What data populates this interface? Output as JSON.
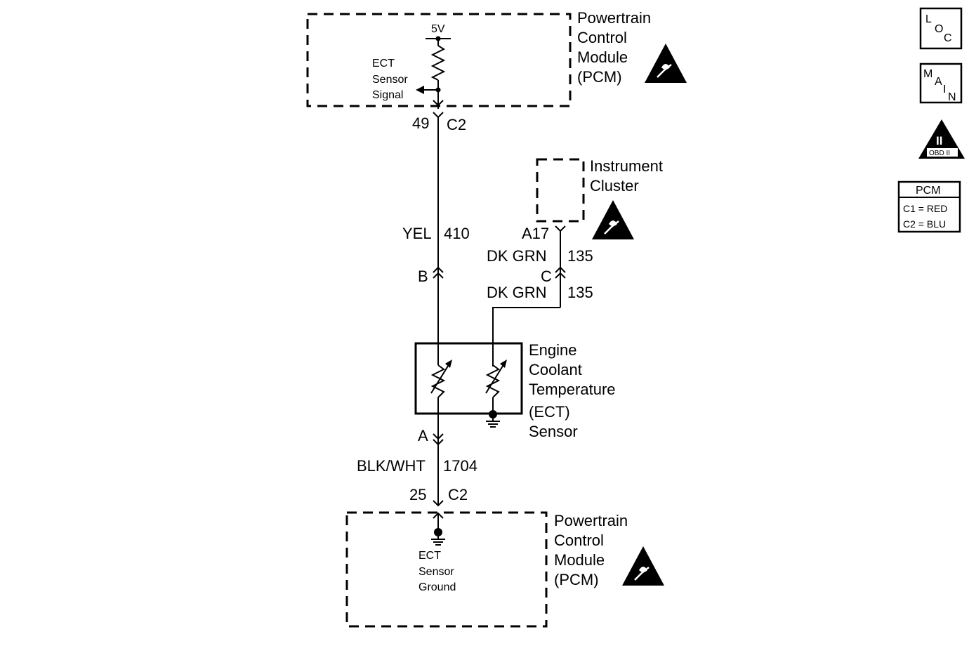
{
  "pcm_top": {
    "title_lines": [
      "Powertrain",
      "Control",
      "Module",
      "(PCM)"
    ],
    "supply": "5V",
    "signal_lines": [
      "ECT",
      "Sensor",
      "Signal"
    ]
  },
  "connector_top": {
    "pin": "49",
    "connector": "C2"
  },
  "wire_yel": {
    "color": "YEL",
    "circuit": "410"
  },
  "instrument_cluster": {
    "title_lines": [
      "Instrument",
      "Cluster"
    ],
    "pin": "A17"
  },
  "wire_dkgrn_upper": {
    "color": "DK GRN",
    "circuit": "135"
  },
  "wire_dkgrn_lower": {
    "color": "DK GRN",
    "circuit": "135"
  },
  "sensor_pins": {
    "b": "B",
    "c": "C",
    "a": "A"
  },
  "ect_sensor": {
    "title_lines": [
      "Engine",
      "Coolant",
      "Temperature",
      "(ECT)",
      "Sensor"
    ]
  },
  "wire_blkwht": {
    "color": "BLK/WHT",
    "circuit": "1704"
  },
  "connector_bottom": {
    "pin": "25",
    "connector": "C2"
  },
  "pcm_bottom": {
    "title_lines": [
      "Powertrain",
      "Control",
      "Module",
      "(PCM)"
    ],
    "ground_lines": [
      "ECT",
      "Sensor",
      "Ground"
    ]
  },
  "side_icons": {
    "loc": [
      "L",
      "O",
      "C"
    ],
    "main": [
      "M",
      "A",
      "I",
      "N"
    ],
    "obd": {
      "numeral": "II",
      "label": "OBD II"
    },
    "pcm_legend": {
      "title": "PCM",
      "rows": [
        "C1 = RED",
        "C2 = BLU"
      ]
    }
  },
  "icon_names": [
    "esd-warning-icon",
    "ground-symbol-icon",
    "thermistor-icon",
    "resistor-icon"
  ]
}
